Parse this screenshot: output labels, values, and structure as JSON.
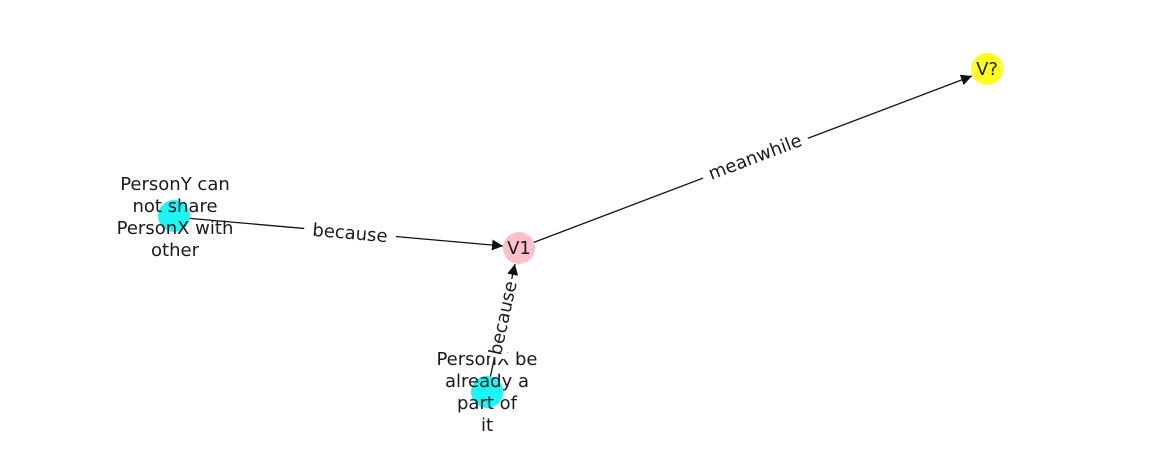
{
  "colors": {
    "cyan": "#1ff4f4",
    "pink": "#ffc0cb",
    "yellow": "#ffff1f",
    "edge": "#111111"
  },
  "nodes": {
    "v_unknown": {
      "label": "V?",
      "color": "#ffff1f"
    },
    "v1": {
      "label": "V1",
      "color": "#ffc0cb"
    },
    "persony": {
      "color": "#1ff4f4",
      "label_lines": [
        "PersonY can",
        "not share",
        "PersonX with",
        "other"
      ]
    },
    "personx": {
      "color": "#1ff4f4",
      "label_lines": [
        "PersonX be",
        "already a",
        "part of",
        "it"
      ]
    }
  },
  "edges": {
    "v1_to_vunknown": {
      "label": "meanwhile"
    },
    "persony_to_v1": {
      "label": "because"
    },
    "personx_to_v1": {
      "label": "because"
    }
  }
}
